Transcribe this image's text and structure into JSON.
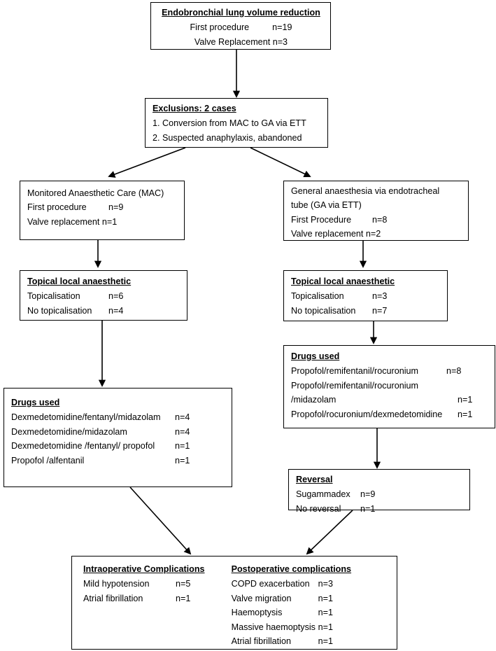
{
  "figure": {
    "type": "flowchart",
    "title": "Endobronchial lung volume reduction anaesthetic technique flow diagram"
  },
  "nodes": {
    "root": {
      "header": "Endobronchial lung volume reduction",
      "lines": [
        {
          "label": "First procedure",
          "value": "n=19"
        },
        {
          "label": "Valve Replacement n=3",
          "value": ""
        }
      ]
    },
    "exclusions": {
      "header": "Exclusions: 2 cases",
      "lines": [
        {
          "label": "1. Conversion from MAC to GA via ETT",
          "value": ""
        },
        {
          "label": "2. Suspected anaphylaxis, abandoned",
          "value": ""
        }
      ]
    },
    "mac": {
      "header": "Monitored Anaesthetic Care (MAC)",
      "lines": [
        {
          "label": "First procedure",
          "value": "n=9"
        },
        {
          "label": "Valve replacement n=1",
          "value": ""
        }
      ]
    },
    "ga": {
      "header": "General anaesthesia via endotracheal",
      "header2": "tube (GA via ETT)",
      "lines": [
        {
          "label": "First Procedure",
          "value": "n=8"
        },
        {
          "label": "Valve replacement n=2",
          "value": ""
        }
      ]
    },
    "mac_topical": {
      "header": "Topical local anaesthetic",
      "lines": [
        {
          "label": "Topicalisation",
          "value": "n=6"
        },
        {
          "label": "No topicalisation",
          "value": "n=4"
        }
      ]
    },
    "ga_topical": {
      "header": "Topical local anaesthetic",
      "lines": [
        {
          "label": "Topicalisation",
          "value": "n=3"
        },
        {
          "label": "No topicalisation",
          "value": "n=7"
        }
      ]
    },
    "mac_drugs": {
      "header": "Drugs used",
      "lines": [
        {
          "label": "Dexmedetomidine/fentanyl/midazolam",
          "value": "n=4"
        },
        {
          "label": "Dexmedetomidine/midazolam",
          "value": "n=4"
        },
        {
          "label": "Dexmedetomidine /fentanyl/ propofol",
          "value": "n=1"
        },
        {
          "label": "Propofol /alfentanil",
          "value": "n=1"
        }
      ]
    },
    "ga_drugs": {
      "header": "Drugs used",
      "lines": [
        {
          "label": "Propofol/remifentanil/rocuronium",
          "value": "n=8"
        },
        {
          "label": "Propofol/remifentanil/rocuronium",
          "value": ""
        },
        {
          "label": "/midazolam",
          "value": "n=1"
        },
        {
          "label": "Propofol/rocuronium/dexmedetomidine",
          "value": "n=1"
        }
      ]
    },
    "reversal": {
      "header": "Reversal",
      "lines": [
        {
          "label": "Sugammadex",
          "value": "n=9"
        },
        {
          "label": "No reversal",
          "value": "n=1"
        }
      ]
    },
    "complications": {
      "intraoperative": {
        "header": "Intraoperative Complications",
        "lines": [
          {
            "label": "Mild hypotension",
            "value": "n=5"
          },
          {
            "label": "Atrial fibrillation",
            "value": "n=1"
          }
        ]
      },
      "postoperative": {
        "header": "Postoperative complications",
        "lines": [
          {
            "label": "COPD exacerbation",
            "value": "n=3"
          },
          {
            "label": "Valve migration",
            "value": "n=1"
          },
          {
            "label": "Haemoptysis",
            "value": "n=1"
          },
          {
            "label": "Massive haemoptysis",
            "value": "n=1"
          },
          {
            "label": "Atrial fibrillation",
            "value": "n=1"
          }
        ]
      }
    }
  },
  "colors": {
    "stroke": "#000000",
    "background": "#ffffff",
    "text": "#000000"
  }
}
